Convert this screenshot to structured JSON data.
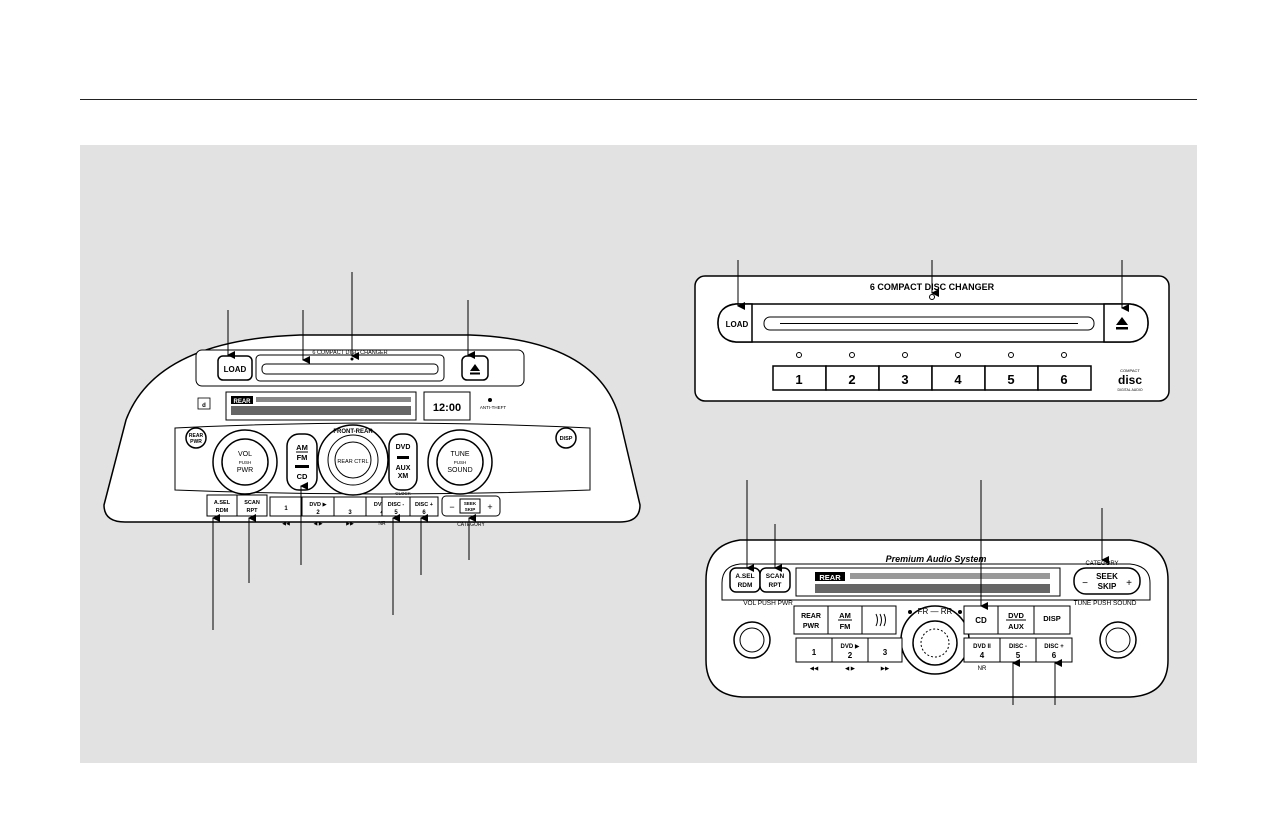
{
  "left_unit": {
    "load": "LOAD",
    "changer": "6 COMPACT DISC CHANGER",
    "rear": "REAR",
    "clock": "12:00",
    "anti_theft": "ANTI-THEFT",
    "rear_pwr": [
      "REAR",
      "PWR"
    ],
    "disp": [
      "DISP"
    ],
    "vol": [
      "VOL",
      "PUSH",
      "PWR"
    ],
    "am": "AM",
    "fm": "FM",
    "cd": "CD",
    "front_rear": "FRONT-REAR",
    "rear_ctrl": "REAR CTRL",
    "dvd": "DVD",
    "aux": "AUX",
    "xm": "XM",
    "clock_label": "CLOCK",
    "tune": [
      "TUNE",
      "PUSH",
      "SOUND"
    ],
    "asel": [
      "A.SEL",
      "RDM"
    ],
    "scan": [
      "SCAN",
      "RPT"
    ],
    "presets": [
      [
        "1",
        ""
      ],
      [
        "DVD ▶",
        "2"
      ],
      [
        "",
        "3"
      ],
      [
        "DVD II",
        "4"
      ],
      [
        "DISC -",
        "5"
      ],
      [
        "DISC +",
        "6"
      ]
    ],
    "preset_sub": [
      "◀◀",
      "◀ ▶",
      "▶▶",
      "NR"
    ],
    "seek": [
      "SEEK",
      "SKIP"
    ],
    "category": "CATEGORY",
    "minus": "−",
    "plus": "+"
  },
  "changer_unit": {
    "title": "6 COMPACT DISC CHANGER",
    "load": "LOAD",
    "disc_buttons": [
      "1",
      "2",
      "3",
      "4",
      "5",
      "6"
    ],
    "logo": [
      "COMPACT",
      "disc",
      "DIGITAL AUDIO"
    ]
  },
  "right_unit": {
    "brand": "Premium Audio System",
    "asel": [
      "A.SEL",
      "RDM"
    ],
    "scan": [
      "SCAN",
      "RPT"
    ],
    "rear": "REAR",
    "category": "CATEGORY",
    "seek": [
      "SEEK",
      "SKIP"
    ],
    "minus": "−",
    "plus": "+",
    "vol_label": "VOL PUSH PWR",
    "tune_label": "TUNE PUSH SOUND",
    "rear_pwr": [
      "REAR",
      "PWR"
    ],
    "am_fm": [
      "AM",
      "FM"
    ],
    "fr_rr": "FR — RR",
    "cd": "CD",
    "dvd_aux": [
      "DVD",
      "AUX"
    ],
    "disp": [
      "DISP"
    ],
    "presets": [
      [
        "",
        "1"
      ],
      [
        "DVD ▶",
        "2"
      ],
      [
        "",
        "3"
      ],
      [
        "DVD II",
        "4"
      ],
      [
        "DISC -",
        "5"
      ],
      [
        "DISC +",
        "6"
      ]
    ],
    "preset_sub": [
      "◀◀",
      "◀ ▶",
      "▶▶",
      "NR"
    ]
  },
  "icons": [
    "eject-icon",
    "speaker-icon",
    "disc-logo-icon",
    "knob-icon"
  ]
}
